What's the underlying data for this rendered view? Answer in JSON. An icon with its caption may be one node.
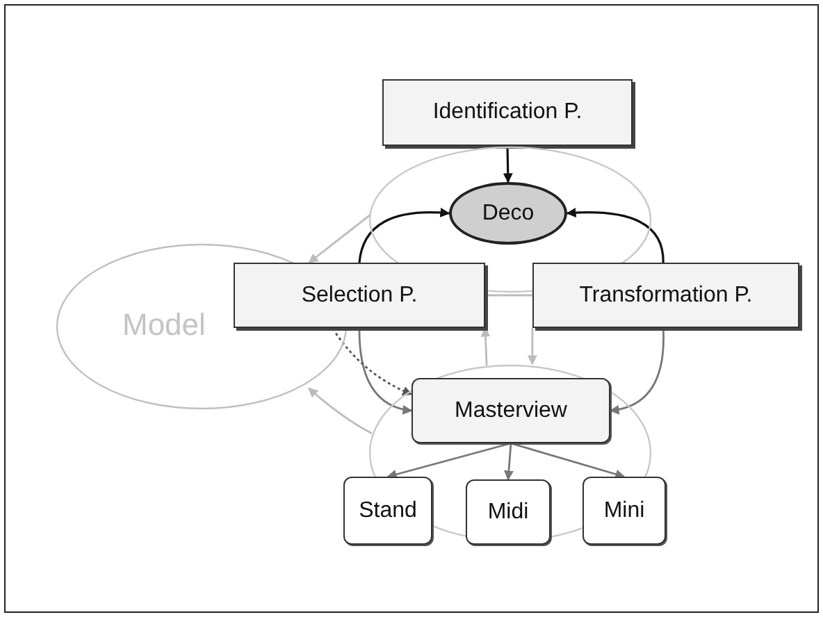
{
  "diagram": {
    "nodes": [
      {
        "text": [
          "Identification P."
        ]
      },
      {
        "text": [],
        "shape": "circle"
      },
      {
        "text": [
          "Deco"
        ],
        "in": 1
      },
      {
        "text": [
          "Model"
        ]
      },
      {
        "text": [
          "Selection P."
        ]
      },
      {
        "text": [
          "Transformation P."
        ]
      },
      {
        "text": [],
        "shape": "circle"
      },
      {
        "text": [
          "Masterview"
        ],
        "in": 6
      },
      {
        "text": [
          "Stand"
        ]
      },
      {
        "text": [
          "Midi"
        ],
        "in": 6
      },
      {
        "text": [
          "Mini"
        ]
      }
    ],
    "edges": [
      {
        "from": 0,
        "to": 2,
        "arrow": "to",
        "color": "#111111"
      },
      {
        "from": 4,
        "to": 2,
        "arrow": "to",
        "color": "#111111"
      },
      {
        "from": 5,
        "to": 2,
        "arrow": "to",
        "color": "#111111"
      },
      {
        "from": 4,
        "to": 7,
        "arrow": "to"
      },
      {
        "from": 5,
        "to": 7,
        "arrow": "to"
      },
      {
        "from": 7,
        "to": 8,
        "arrow": "to"
      },
      {
        "from": 7,
        "to": 9,
        "arrow": "to"
      },
      {
        "from": 7,
        "to": 10,
        "arrow": "to"
      },
      {
        "from": 4,
        "to": 5,
        "arrow": "none",
        "color": "#bbbbbb"
      },
      {
        "from": 5,
        "to": 6,
        "arrow": "to",
        "color": "#bbbbbb"
      },
      {
        "from": 6,
        "to": 4,
        "arrow": "to",
        "color": "#bbbbbb"
      },
      {
        "from": 1,
        "to": 4,
        "arrow": "to",
        "color": "#bbbbbb"
      },
      {
        "from": 6,
        "to": 3,
        "arrow": "to",
        "color": "#bbbbbb"
      },
      {
        "from": 3,
        "to": 7,
        "arrow": "to",
        "style": "dashed",
        "color": "#555555"
      }
    ]
  }
}
